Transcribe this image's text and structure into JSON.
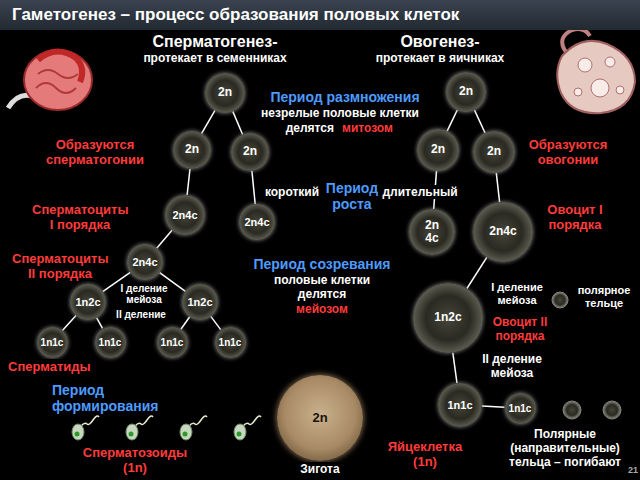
{
  "diagram": {
    "title": "Гаметогенез – процесс образования половых клеток",
    "nodes": [
      {
        "text": [
          "2n"
        ]
      },
      {
        "text": [
          "2n"
        ]
      },
      {
        "text": [
          "2n"
        ]
      },
      {
        "text": [
          "2n"
        ]
      },
      {
        "text": [
          "2n"
        ]
      },
      {
        "text": [
          "2n"
        ]
      },
      {
        "text": [
          "2n4c"
        ]
      },
      {
        "text": [
          "2n4c"
        ]
      },
      {
        "text": [
          "2n 4c"
        ]
      },
      {
        "text": [
          "2n4c"
        ]
      },
      {
        "text": [
          "2n4c"
        ]
      },
      {
        "text": [
          "1n2c"
        ]
      },
      {
        "text": [
          "1n2c"
        ]
      },
      {
        "text": [
          "1n2c"
        ]
      },
      {
        "text": [
          "1n1c"
        ]
      },
      {
        "text": [
          "1n1c"
        ]
      },
      {
        "text": [
          "1n1c"
        ]
      },
      {
        "text": [
          "1n1c"
        ]
      },
      {
        "text": [
          "1n1c"
        ]
      },
      {
        "text": [
          "1n1c"
        ]
      },
      {
        "text": [
          "2n"
        ]
      }
    ],
    "edges": [
      {
        "from": 0,
        "to": 2,
        "arrow": "none"
      },
      {
        "from": 0,
        "to": 3,
        "arrow": "none"
      },
      {
        "from": 1,
        "to": 4,
        "arrow": "none"
      },
      {
        "from": 1,
        "to": 5,
        "arrow": "none"
      },
      {
        "from": 2,
        "to": 6,
        "arrow": "none"
      },
      {
        "from": 3,
        "to": 7,
        "arrow": "none"
      },
      {
        "from": 4,
        "to": 8,
        "arrow": "none"
      },
      {
        "from": 5,
        "to": 9,
        "arrow": "none"
      },
      {
        "from": 6,
        "to": 10,
        "arrow": "none"
      },
      {
        "from": 9,
        "to": 11,
        "arrow": "none"
      },
      {
        "from": 10,
        "to": 12,
        "arrow": "none"
      },
      {
        "from": 10,
        "to": 13,
        "arrow": "none"
      },
      {
        "from": 12,
        "to": 14,
        "arrow": "none"
      },
      {
        "from": 12,
        "to": 15,
        "arrow": "none"
      },
      {
        "from": 13,
        "to": 16,
        "arrow": "none"
      },
      {
        "from": 13,
        "to": 17,
        "arrow": "none"
      },
      {
        "from": 11,
        "to": 18,
        "arrow": "none"
      },
      {
        "from": 18,
        "to": 19,
        "arrow": "none"
      }
    ],
    "labels": [
      "Сперматогенез-",
      "протекает в семенниках",
      "Овогенез-",
      "протекает в яичниках",
      "Период размножения",
      "незрелые половые клетки",
      "делятся",
      "митозом",
      "Образуются сперматогонии",
      "Образуются овогонии",
      "Период роста",
      "короткий",
      "длительный",
      "Сперматоциты I порядка",
      "Овоцит I порядка",
      "Период созревания",
      "половые клетки делятся",
      "мейозом",
      "Сперматоциты II порядка",
      "I деление мейоза",
      "II деление",
      "I деление мейоза",
      "полярное тельце",
      "Овоцит II порядка",
      "II деление мейоза",
      "Сперматиды",
      "Период формирования",
      "Сперматозоиды (1n)",
      "Зигота",
      "Яйцеклетка (1n)",
      "Полярные (направительные) тельца – погибают",
      "21"
    ]
  }
}
